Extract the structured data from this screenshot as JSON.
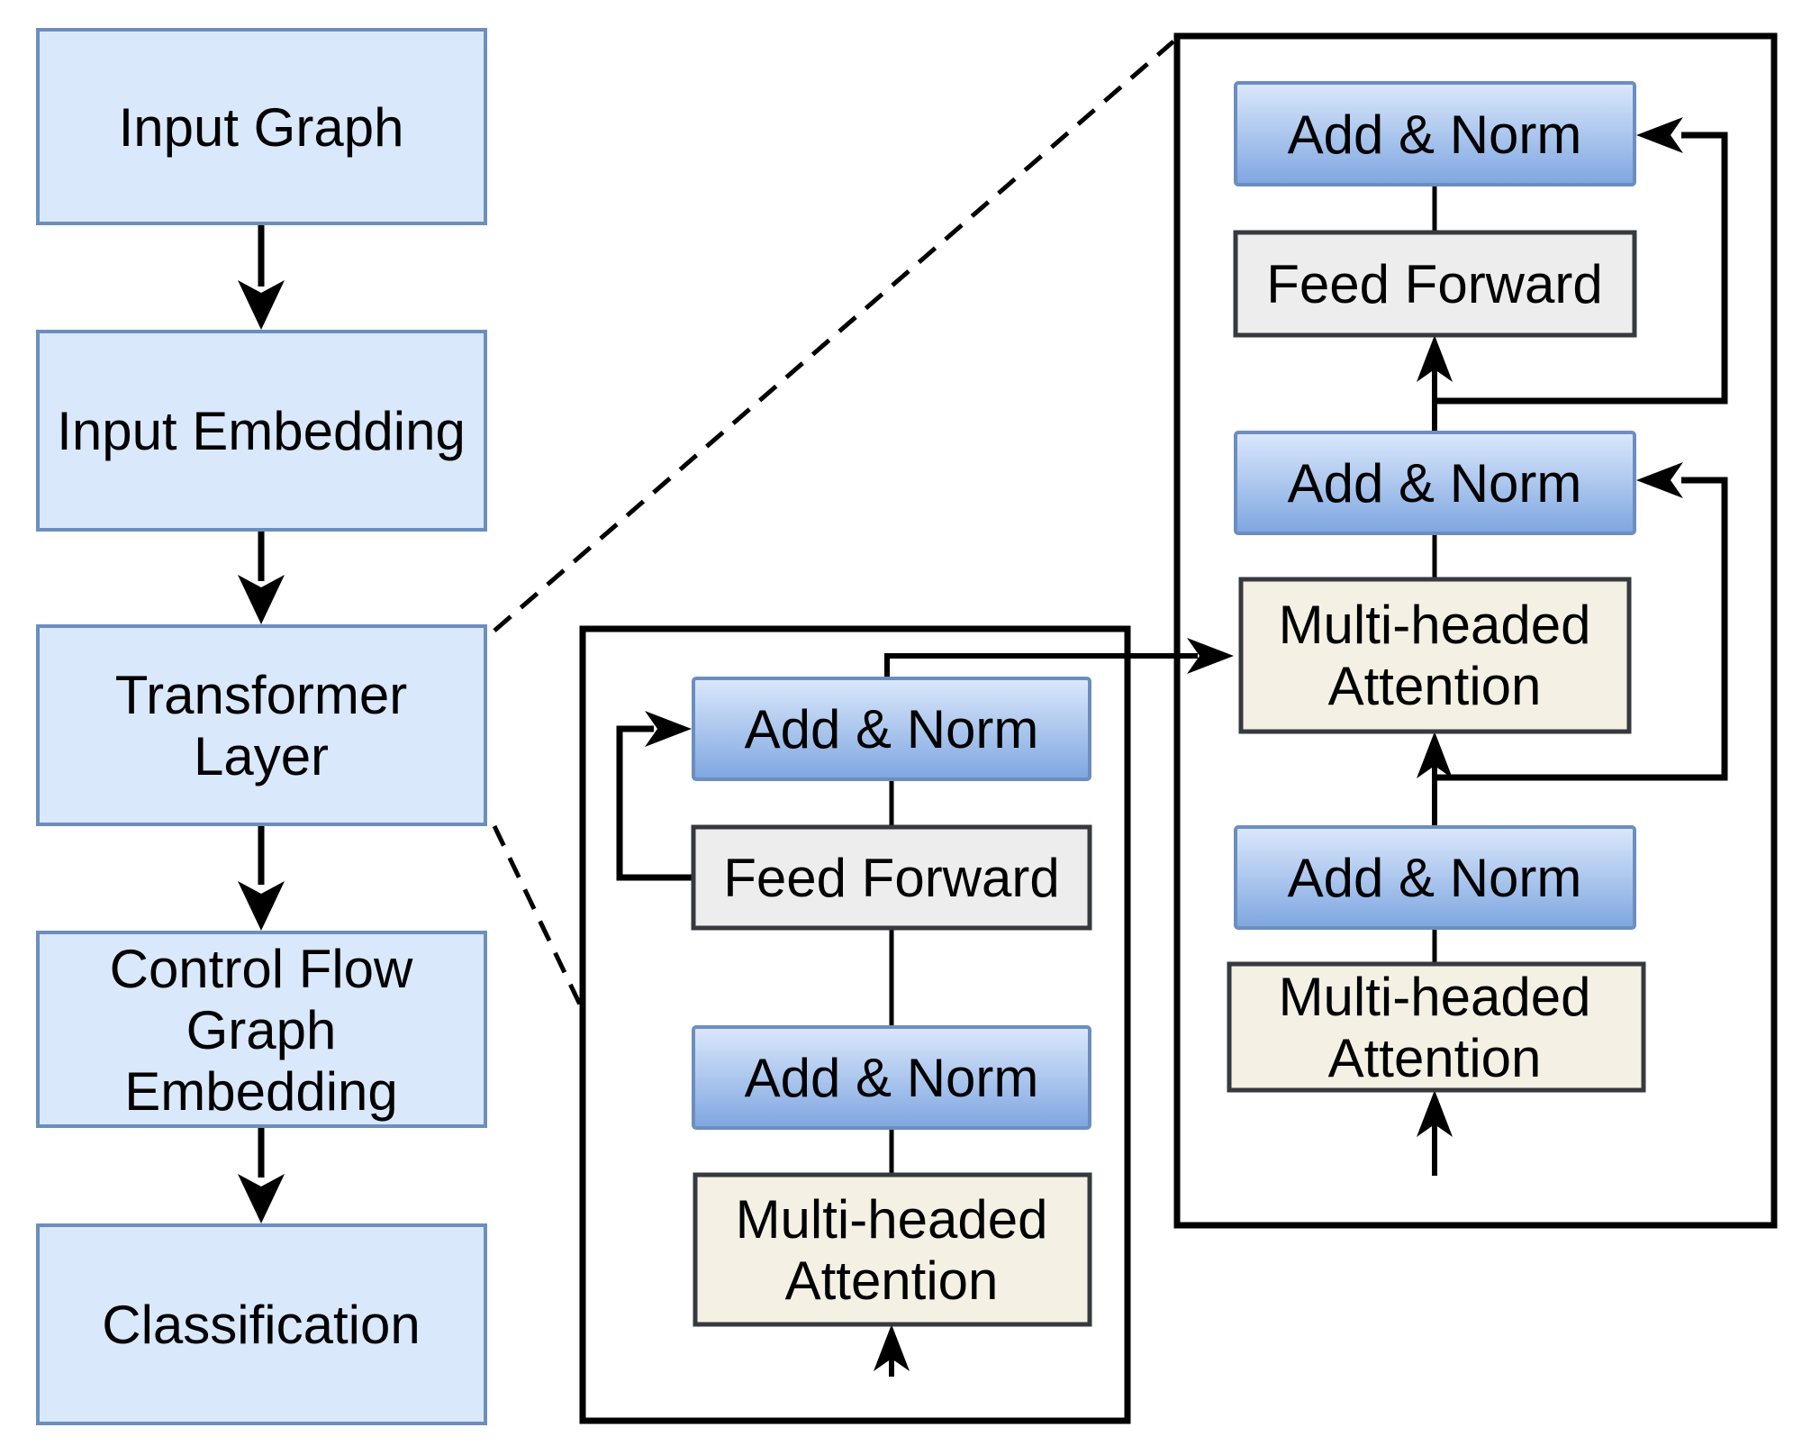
{
  "colors": {
    "background": "#ffffff",
    "flat_blue_fill": "#dae8fc",
    "flat_blue_stroke": "#6c8ebf",
    "gradient_top": "#dbe8fc",
    "gradient_bottom": "#7ea6e0",
    "feed_forward_fill": "#ededee",
    "attention_fill": "#f4f1e4",
    "dark_box_stroke": "#36393d",
    "line_color": "#000000"
  },
  "pipeline": {
    "input_graph": "Input Graph",
    "input_embedding": "Input Embedding",
    "transformer_layer_line1": "Transformer",
    "transformer_layer_line2": "Layer",
    "control_flow_line1": "Control Flow",
    "control_flow_line2": "Graph",
    "control_flow_line3": "Embedding",
    "classification": "Classification"
  },
  "transformer_detail": {
    "add_norm": "Add & Norm",
    "feed_forward": "Feed Forward",
    "multi_headed_line1": "Multi-headed",
    "multi_headed_line2": "Attention"
  }
}
